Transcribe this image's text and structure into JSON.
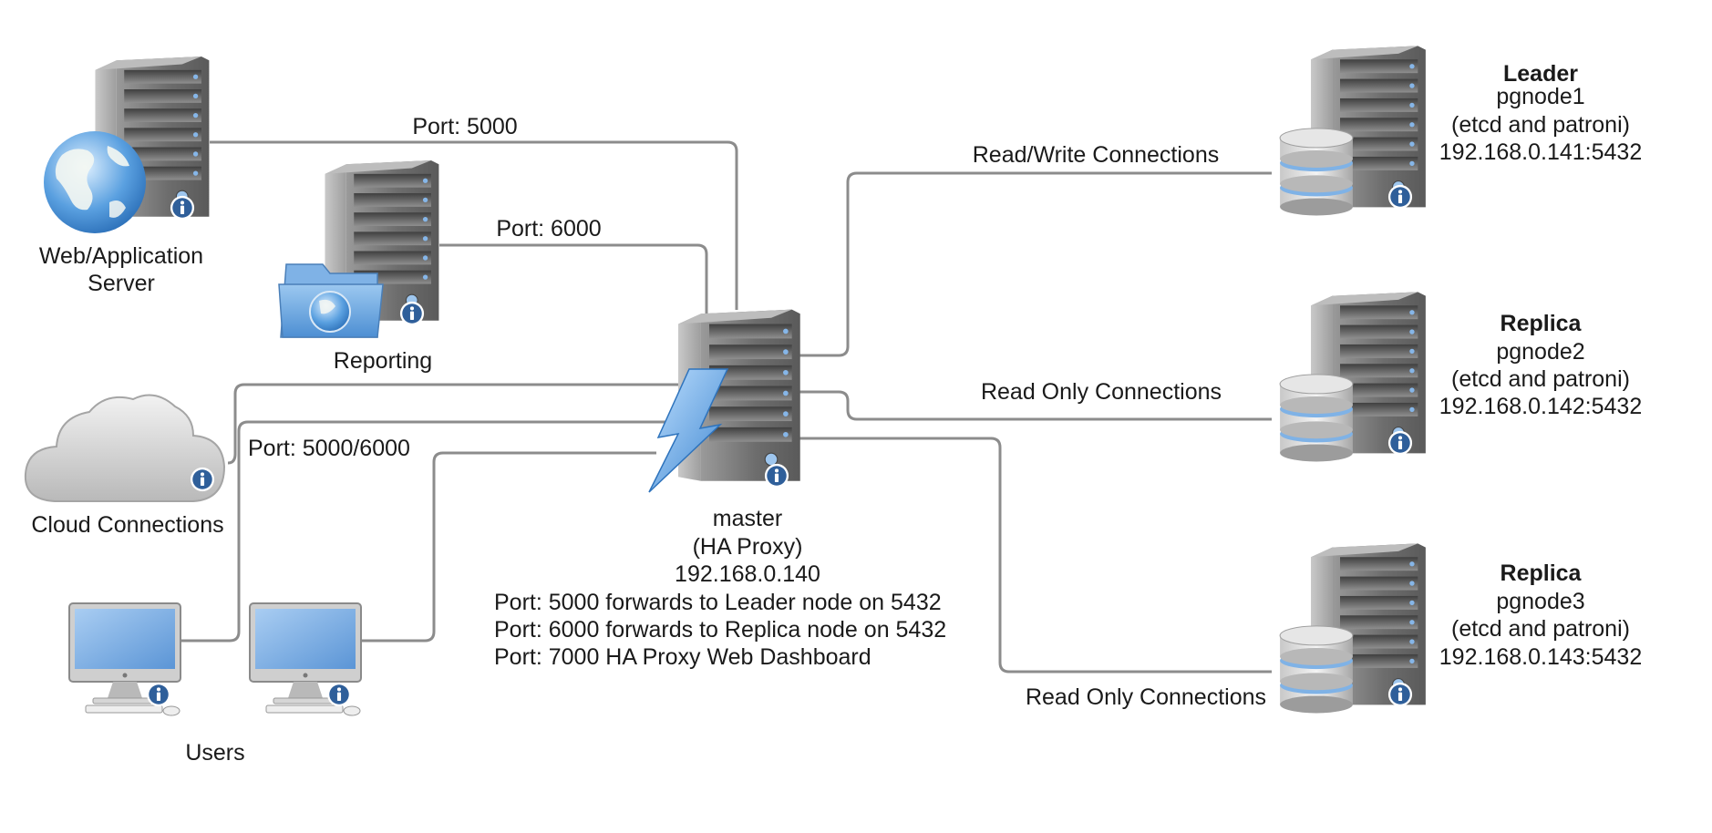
{
  "clients": {
    "web": {
      "label_line1": "Web/Application",
      "label_line2": "Server"
    },
    "reporting": {
      "label": "Reporting"
    },
    "cloud": {
      "label": "Cloud Connections"
    },
    "users": {
      "label": "Users"
    }
  },
  "ports": {
    "web": "Port: 5000",
    "reporting": "Port: 6000",
    "users": "Port: 5000/6000"
  },
  "master": {
    "name": "master",
    "role": "(HA Proxy)",
    "ip": "192.168.0.140",
    "notes": [
      "Port: 5000 forwards to Leader node on 5432",
      "Port: 6000 forwards to Replica node on 5432",
      "Port: 7000 HA Proxy Web Dashboard"
    ]
  },
  "connections": {
    "leader": "Read/Write Connections",
    "replica1": "Read Only Connections",
    "replica2": "Read Only Connections"
  },
  "nodes": [
    {
      "role": "Leader",
      "name": "pgnode1",
      "detail": "(etcd and patroni)",
      "address": "192.168.0.141:5432"
    },
    {
      "role": "Replica",
      "name": "pgnode2",
      "detail": "(etcd and patroni)",
      "address": "192.168.0.142:5432"
    },
    {
      "role": "Replica",
      "name": "pgnode3",
      "detail": "(etcd and patroni)",
      "address": "192.168.0.143:5432"
    }
  ],
  "icons": {
    "server": "server-tower-icon",
    "globe": "globe-icon",
    "folder": "folder-globe-icon",
    "cloud": "cloud-icon",
    "monitor": "desktop-computer-icon",
    "database": "database-icon",
    "lightning": "lightning-icon",
    "info": "info-badge-icon"
  },
  "colors": {
    "server_body": "#7a7a7a",
    "accent_blue": "#7fb2e6",
    "info_badge": "#2f5f9a",
    "wire": "#8c8c8c"
  }
}
